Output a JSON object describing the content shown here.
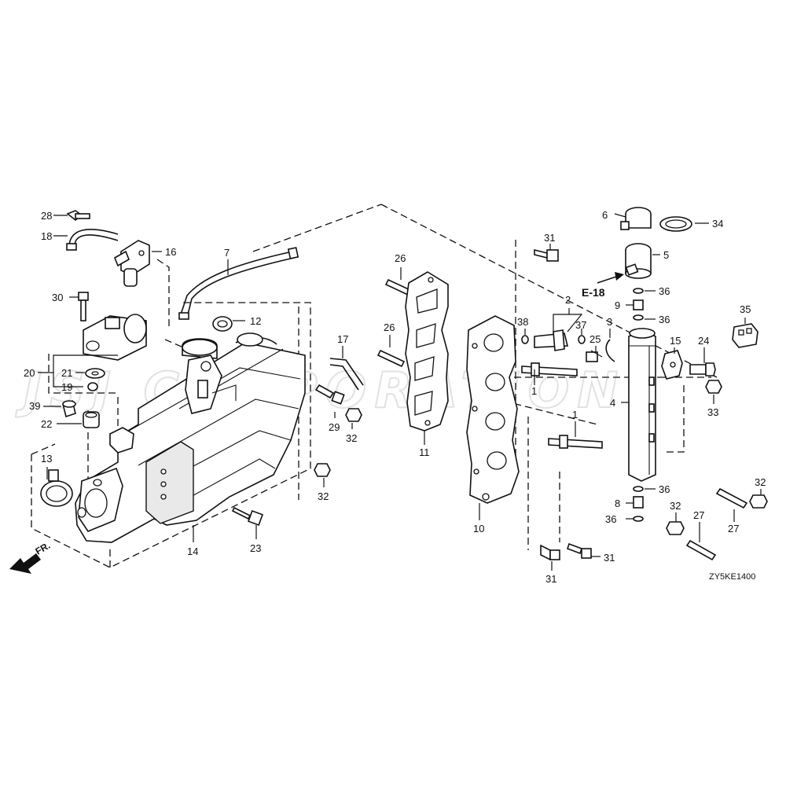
{
  "diagram": {
    "reference_label": "E-18",
    "diagram_code": "ZY5KE1400",
    "front_marker": "FR.",
    "watermark": "JSJ CORPORATION",
    "callouts": {
      "c1a": "1",
      "c1b": "1",
      "c2": "2",
      "c3": "3",
      "c4": "4",
      "c5": "5",
      "c6": "6",
      "c7": "7",
      "c8": "8",
      "c9": "9",
      "c10": "10",
      "c11": "11",
      "c12": "12",
      "c13": "13",
      "c14": "14",
      "c15": "15",
      "c16": "16",
      "c17": "17",
      "c18": "18",
      "c19": "19",
      "c20": "20",
      "c21": "21",
      "c22": "22",
      "c23": "23",
      "c24": "24",
      "c25": "25",
      "c26a": "26",
      "c26b": "26",
      "c27a": "27",
      "c27b": "27",
      "c28": "28",
      "c29": "29",
      "c30": "30",
      "c31a": "31",
      "c31b": "31",
      "c31c": "31",
      "c32a": "32",
      "c32b": "32",
      "c32c": "32",
      "c32d": "32",
      "c33": "33",
      "c34": "34",
      "c35": "35",
      "c36a": "36",
      "c36b": "36",
      "c36c": "36",
      "c36d": "36",
      "c37": "37",
      "c38": "38",
      "c39": "39"
    }
  }
}
